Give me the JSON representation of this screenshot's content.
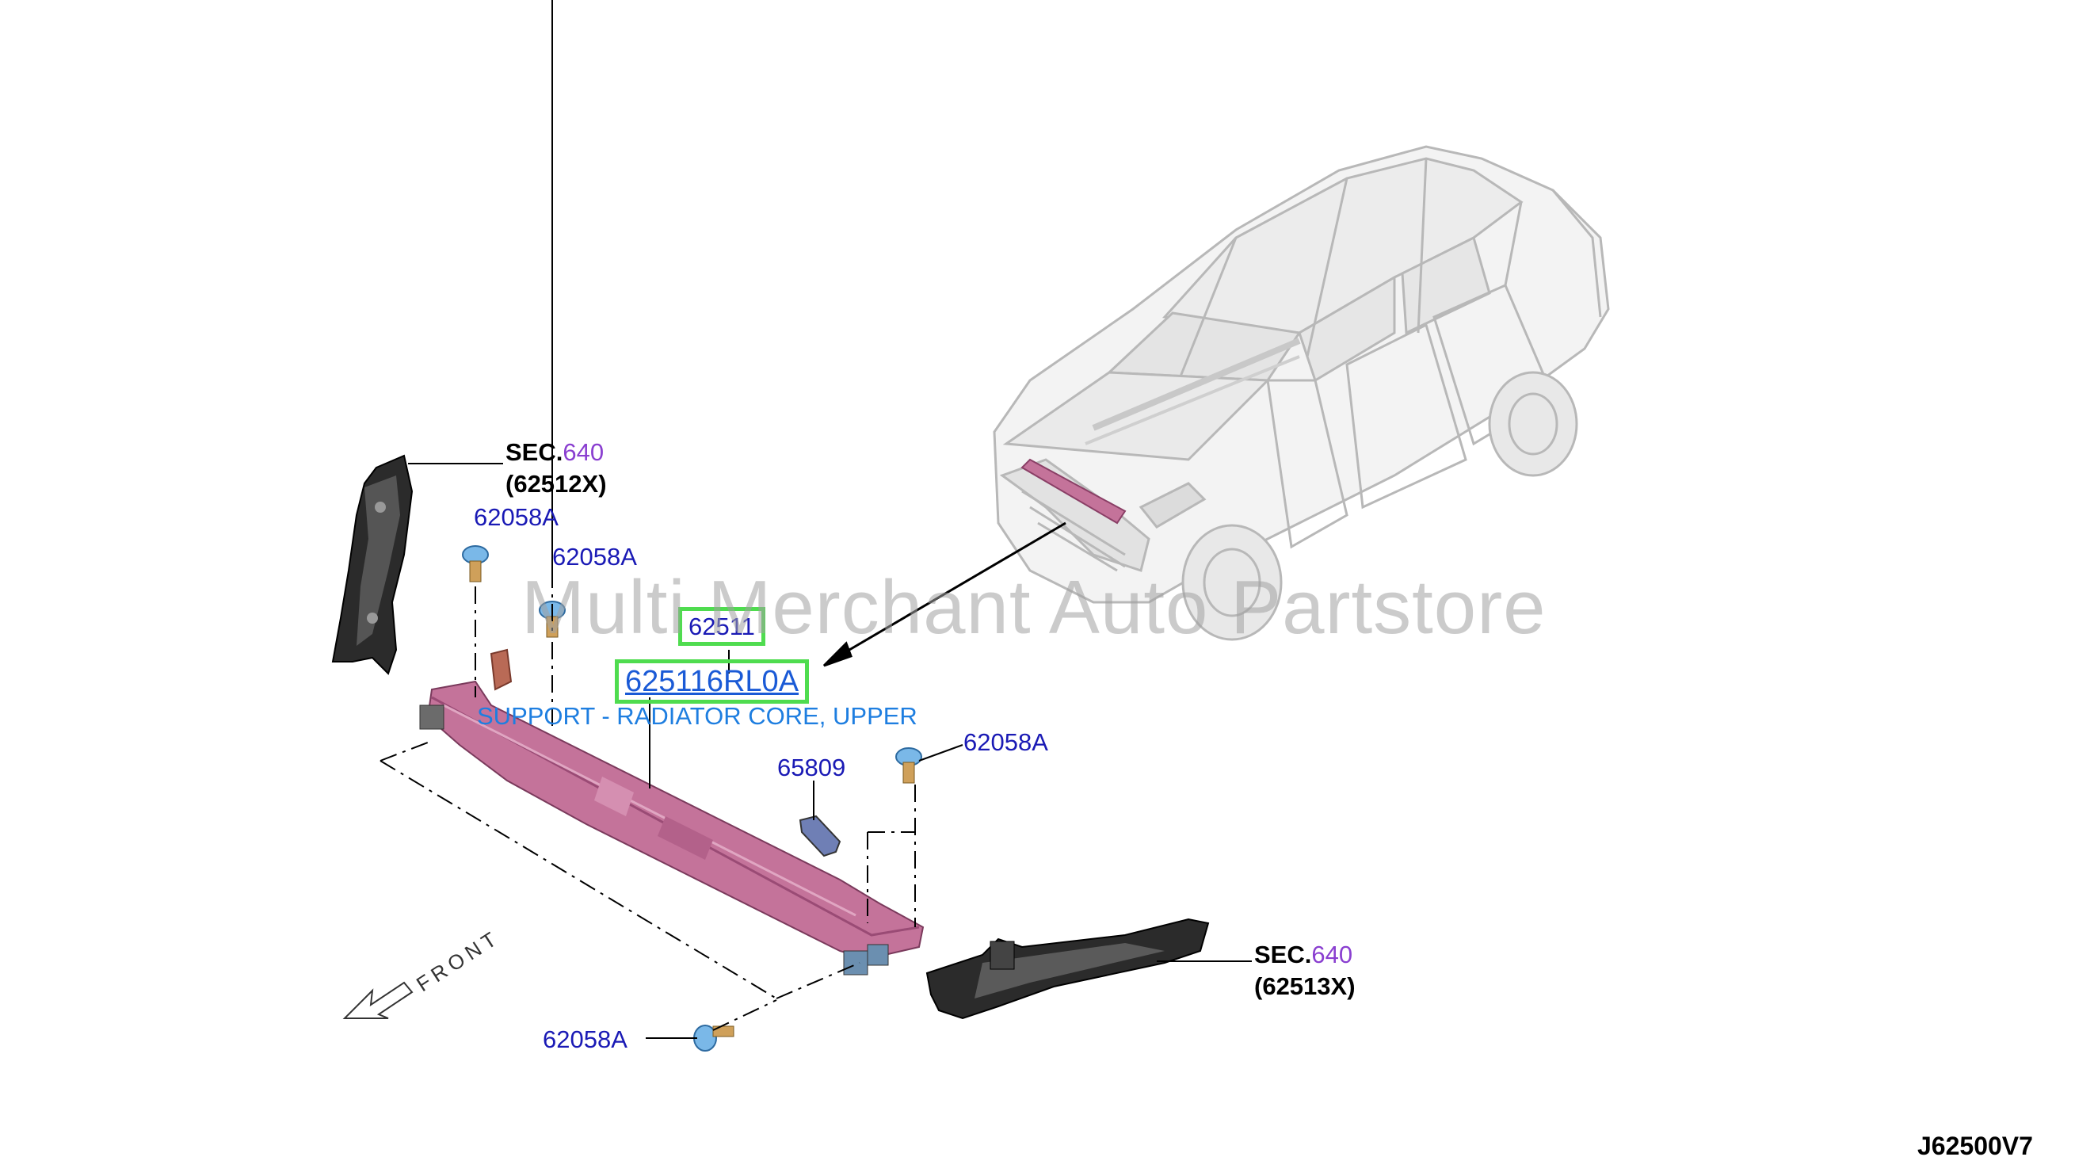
{
  "labels": {
    "sec_top": {
      "prefix": "SEC.",
      "num": "640",
      "sub": "(62512X)"
    },
    "sec_bottom": {
      "prefix": "SEC.",
      "num": "640",
      "sub": "(62513X)"
    },
    "bolt_1": "62058A",
    "bolt_2": "62058A",
    "bolt_3": "62058A",
    "bolt_4": "62058A",
    "part_62511": "62511",
    "part_number_link": "625116RL0A",
    "part_description": "SUPPORT - RADIATOR CORE, UPPER",
    "part_65809": "65809",
    "front_label": "FRONT",
    "diagram_ref": "J62500V7"
  },
  "watermark": "Multi Merchant Auto Partstore",
  "colors": {
    "highlight_border": "#4fdc4f",
    "part_label": "#1a1ab5",
    "link": "#1a5ad6",
    "description": "#1e7ee0",
    "sec_number": "#8a3fd0",
    "support_part": "#c4739a",
    "bolt": "#7ab8e8"
  }
}
